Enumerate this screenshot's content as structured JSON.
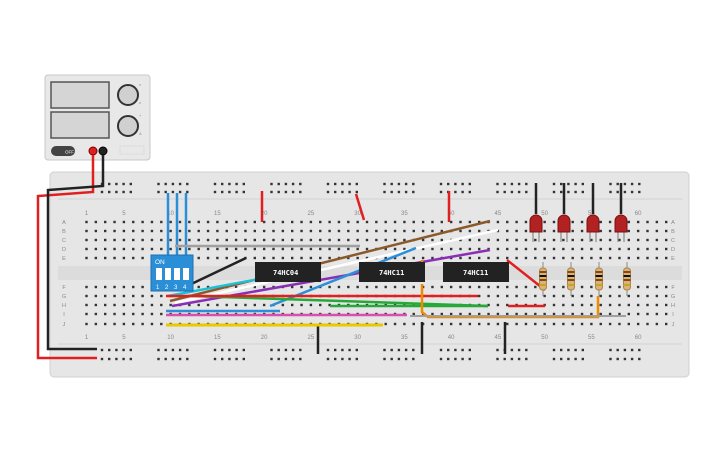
{
  "power_supply": {
    "off_label": "OFF",
    "knob_labels": [
      "v",
      "v",
      "+",
      "A"
    ]
  },
  "breadboard": {
    "column_labels": [
      "1",
      "5",
      "10",
      "15",
      "20",
      "25",
      "30",
      "35",
      "40",
      "45",
      "50",
      "55",
      "60"
    ],
    "row_labels_top": [
      "A",
      "B",
      "C",
      "D",
      "E"
    ],
    "row_labels_bottom": [
      "F",
      "G",
      "H",
      "I",
      "J"
    ]
  },
  "dip_switch": {
    "on_label": "ON",
    "switch_numbers": [
      "1",
      "2",
      "3",
      "4"
    ]
  },
  "chips": [
    {
      "label": "74HC04"
    },
    {
      "label": "74HC11"
    },
    {
      "label": "74HC11"
    }
  ],
  "colors": {
    "board": "#e6e6e6",
    "hole": "#2b2b2b",
    "wire_red": "#e02020",
    "wire_black": "#222222",
    "wire_blue": "#2b8fd8",
    "wire_brown": "#8a5a2b",
    "wire_green": "#29a83a",
    "wire_purple": "#8a2fb5",
    "wire_orange": "#f08a00",
    "wire_yellow": "#e8c800",
    "wire_gray": "#a0a0a0",
    "wire_white": "#ffffff",
    "wire_pink": "#d84fb0",
    "wire_cyan": "#1ec0d8",
    "led": "#b22222",
    "chip": "#222222",
    "dip_switch": "#2b8fd8"
  }
}
